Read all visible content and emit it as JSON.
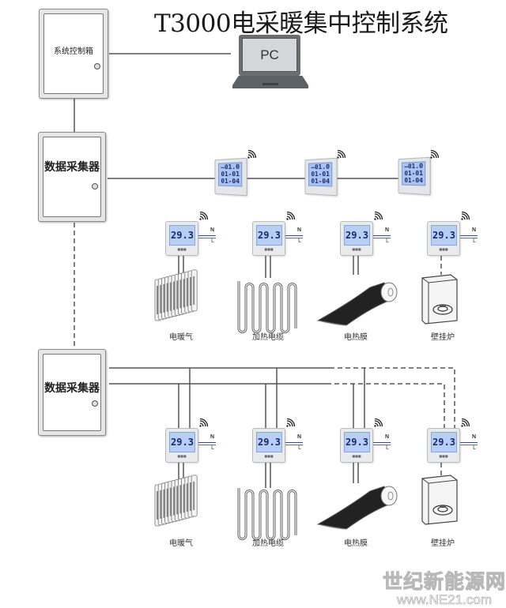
{
  "title": "T3000电采暖集中控制系统",
  "control_box": {
    "label": "系统控制箱"
  },
  "pc": {
    "label": "PC"
  },
  "collectors": [
    {
      "label": "数据采集器"
    },
    {
      "label": "数据采集器"
    }
  ],
  "panel_thermostats": [
    {
      "line1": "—01.0",
      "line2": "01-01",
      "line3": "01-04"
    },
    {
      "line1": "—01.0",
      "line2": "01-01",
      "line3": "01-04"
    },
    {
      "line1": "—01.0",
      "line2": "01-01",
      "line3": "01-04"
    }
  ],
  "thermostat_reading": "29.3",
  "power_lines": {
    "neutral": "N",
    "live": "L"
  },
  "group1_devices": [
    {
      "name": "radiator-device",
      "label": "电暖气"
    },
    {
      "name": "heating-cable-device",
      "label": "加热电缆"
    },
    {
      "name": "heating-film-device",
      "label": "电热膜"
    },
    {
      "name": "wall-boiler-device",
      "label": "壁挂炉"
    }
  ],
  "group2_devices": [
    {
      "name": "radiator-device",
      "label": "电暖气"
    },
    {
      "name": "heating-cable-device",
      "label": "加热电缆"
    },
    {
      "name": "heating-film-device",
      "label": "电热膜"
    },
    {
      "name": "wall-boiler-device",
      "label": "壁挂炉"
    }
  ],
  "watermark": {
    "line1": "世纪新能源网",
    "line2": "www.NE21.com"
  }
}
